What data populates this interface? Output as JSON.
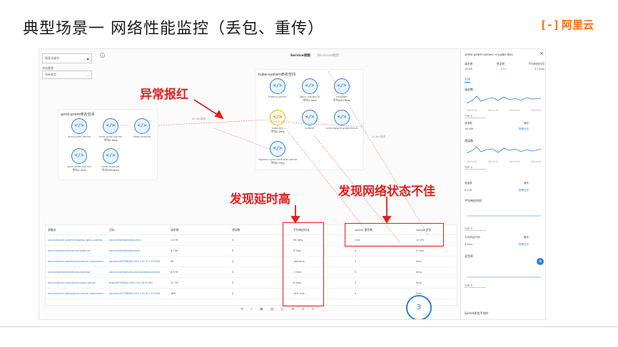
{
  "slide": {
    "title": "典型场景一 网络性能监控（丢包、重传）",
    "logo_mark": "[-]",
    "logo_text": "阿里云",
    "brand_color": "#ff6a00"
  },
  "toolbar_top": {
    "filter_placeholder": "搜索关键字",
    "category_label": "节点类型",
    "category_value": "所有类型",
    "view_tabs": [
      "Service视图",
      "Workload视图"
    ]
  },
  "topology": {
    "groups": [
      {
        "title": "kube-system命名空间",
        "nodes": [
          {
            "name": "metrics-server",
            "latency": ""
          },
          {
            "name": "nginx-ingress-lb",
            "latency": "平均1.4ms"
          },
          {
            "name": "heapster",
            "latency": "平均100.9ms"
          },
          {
            "name": "kube-dns",
            "latency": "平均3.2ms"
          },
          {
            "name": "kubelet",
            "latency": ""
          },
          {
            "name": "controlplane-prometheus",
            "latency": ""
          },
          {
            "name": "ingress-nginx-controller-admission",
            "latency": "平均3.7ms"
          }
        ]
      },
      {
        "title": "arms-prom命名空间",
        "nodes": [
          {
            "name": "arms-prom-admin",
            "latency": "-"
          },
          {
            "name": "arms-prom-server",
            "latency": "平均2.9ms"
          },
          {
            "name": "node-exporter",
            "latency": ""
          },
          {
            "name": "kube-state-metrics",
            "latency": "平均1.2ms"
          },
          {
            "name": "node-exporter",
            "latency": "平均106.6ms"
          }
        ]
      }
    ],
    "edge_label_1": "9L.2K/请求",
    "edge_label_2": "1L.8K/请求"
  },
  "table": {
    "headers": [
      "源服务",
      "目标",
      "请求数",
      "错误数",
      "平均响应时长",
      "socket 重传数",
      "socket 丢包"
    ],
    "rows": [
      [
        "service/kube-system/ingress-nginx-controller-admission",
        "service/default/kube-dns",
        "1.07K",
        "0",
        "90.3ms",
        "116",
        "12.0%"
      ],
      [
        "service/default/frontend-external",
        "service/default/backend",
        "8.73K",
        "0",
        "3.2ms",
        "0",
        "0.0ms"
      ],
      [
        "service/arms-demo/arms-demo-component",
        "generic/EXTERNAL/203.119.211.15:443",
        "60",
        "0",
        "166.0ms",
        "0",
        "0ms"
      ],
      [
        "service/default/frontend-external",
        "service/default/recommendationservice",
        "6.57K",
        "0",
        "1.5ms",
        "0",
        "0ms"
      ],
      [
        "service/arms-prom/arms-prom-server",
        "http/EXTERNAL/100.102.40.63:80",
        "11.7K",
        "0",
        "6.3ms",
        "0",
        "0ms"
      ],
      [
        "service/arms-demo/arms-demo-component",
        "generic/EXTERNAL/203.119.211.15:443",
        "166",
        "0",
        "165.7ms",
        "0",
        "0ms"
      ]
    ]
  },
  "bottom_tools": [
    "≡",
    "⌕",
    "▣",
    "▤",
    "◫",
    "⊕",
    "⊖",
    "↻"
  ],
  "badge": "3",
  "panel": {
    "title": "arms-prom-server → kube-dns",
    "metric_labels": [
      "请求数",
      "错误数",
      "平均响应时间"
    ],
    "metric_values": [
      "16.9K",
      "372",
      "3.13ms"
    ],
    "tab": "TOP",
    "chart_labels": [
      "请求数",
      "错误数",
      "平均响应时间",
      "丢包率"
    ],
    "ticks": [
      "16:07:34",
      "16:11:34",
      "16:15:34",
      "16:19:34"
    ],
    "select": "TOP 3",
    "kv_rows": [
      [
        "请求数",
        "操作"
      ],
      [
        "16.93K",
        "查看日志"
      ],
      [
        "错误数",
        "操作"
      ],
      [
        "0.12K",
        "查看日志"
      ],
      [
        "平均响应时间",
        "操作"
      ],
      [
        "3.0ms",
        "查看日志"
      ]
    ],
    "footer_label": "Socket发包平均时"
  },
  "callouts": {
    "error": "异常报红",
    "latency": "发现延时高",
    "network": "发现网络状态不佳"
  },
  "colors": {
    "node_blue": "#2b7fd6",
    "node_warn": "#e6b422",
    "callout_red": "#e02020",
    "edge_red": "#e57373"
  }
}
